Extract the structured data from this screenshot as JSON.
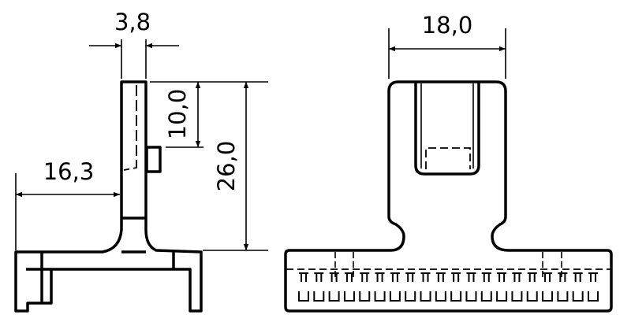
{
  "drawing": {
    "side_view": {
      "dimensions": {
        "thickness": "3,8",
        "offset": "16,3",
        "tab_height": "10,0",
        "total_height": "26,0"
      }
    },
    "front_view": {
      "dimensions": {
        "width": "18,0"
      },
      "contact_pairs": 20
    }
  }
}
